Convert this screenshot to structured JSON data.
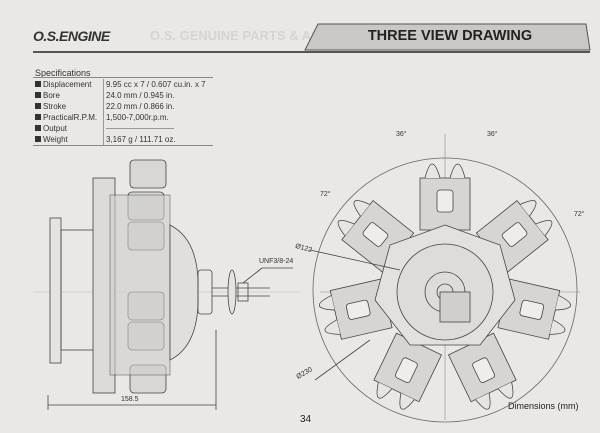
{
  "header": {
    "logo_text": "O.S.ENGINE",
    "background_heading": "O.S. GENUINE PARTS & ACCESSORIES",
    "title": "THREE VIEW DRAWING"
  },
  "specifications": {
    "title": "Specifications",
    "rows": [
      {
        "label": "Displacement",
        "value": "9.95 cc x 7 / 0.607 cu.in. x 7"
      },
      {
        "label": "Bore",
        "value": "24.0 mm / 0.945 in."
      },
      {
        "label": "Stroke",
        "value": "22.0 mm / 0.866 in."
      },
      {
        "label": "PracticalR.P.M.",
        "value": "1,500-7,000r.p.m."
      },
      {
        "label": "Output",
        "value": ""
      },
      {
        "label": "Weight",
        "value": "3,167 g / 111.71 oz."
      }
    ]
  },
  "drawing": {
    "angle_top_left": "36°",
    "angle_top_right": "36°",
    "angle_left": "72°",
    "angle_right": "72°",
    "dia_inner": "Ø122",
    "dia_outer": "Ø230",
    "thread": "UNF3/8-24",
    "length": "158.5",
    "units_note": "Dimensions (mm)"
  },
  "page_number": "34"
}
